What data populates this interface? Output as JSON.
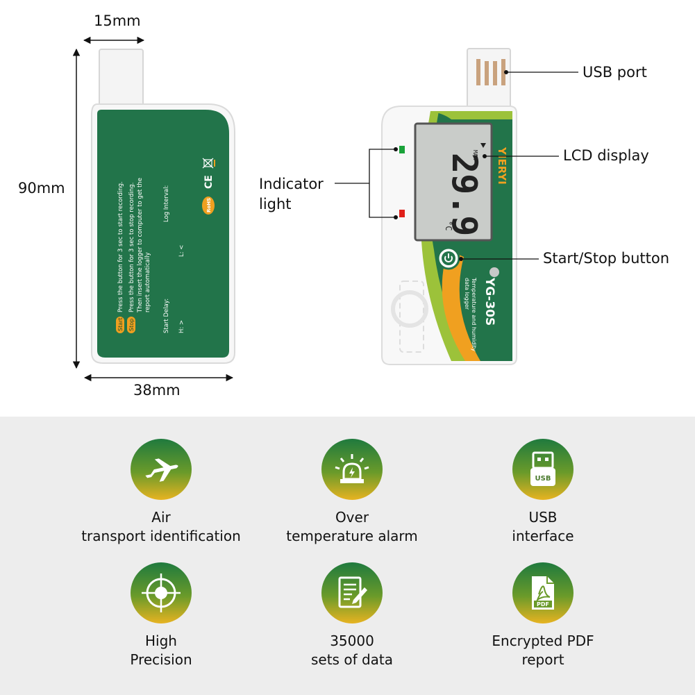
{
  "dimensions": {
    "width_top": "15mm",
    "height_left": "90mm",
    "width_bottom": "38mm"
  },
  "back_label": {
    "line1_badge": "Start",
    "line1": "Press the button for 3 sec to start recording.",
    "line2_badge": "Stop",
    "line2": "Press the button for 3 sec to stop recording.",
    "line3": "Then insert the logger to computer to get the",
    "line4": "report automatically",
    "start_delay": "Start Delay:",
    "log_interval": "Log Interval:",
    "h_value": "H: >",
    "l_value": "L: <",
    "cert_ce": "CE",
    "cert_rohs": "RoHS"
  },
  "front": {
    "lcd_reading": "29.9",
    "lcd_unit": "°C",
    "lcd_max": "MAX",
    "brand": "YIERYI",
    "model": "YG-30S",
    "subtitle1": "Temperature and humidity",
    "subtitle2": "data logger"
  },
  "callouts": {
    "usb_port": "USB port",
    "lcd_display": "LCD display",
    "indicator_line1": "Indicator",
    "indicator_line2": "light",
    "start_stop": "Start/Stop button"
  },
  "features": [
    {
      "icon": "airplane-icon",
      "line1": "Air",
      "line2": "transport identification"
    },
    {
      "icon": "alarm-icon",
      "line1": "Over",
      "line2": "temperature alarm"
    },
    {
      "icon": "usb-icon",
      "line1": "USB",
      "line2": "interface"
    },
    {
      "icon": "target-icon",
      "line1": "High",
      "line2": "Precision"
    },
    {
      "icon": "document-edit-icon",
      "line1": "35000",
      "line2": "sets of data"
    },
    {
      "icon": "pdf-icon",
      "line1": "Encrypted PDF",
      "line2": "report"
    }
  ],
  "icon_texts": {
    "usb": "USB",
    "pdf": "PDF"
  },
  "colors": {
    "device_green": "#22744a",
    "accent_orange": "#f0a020",
    "accent_lime": "#9cc23a",
    "bottom_panel": "#ededed"
  }
}
